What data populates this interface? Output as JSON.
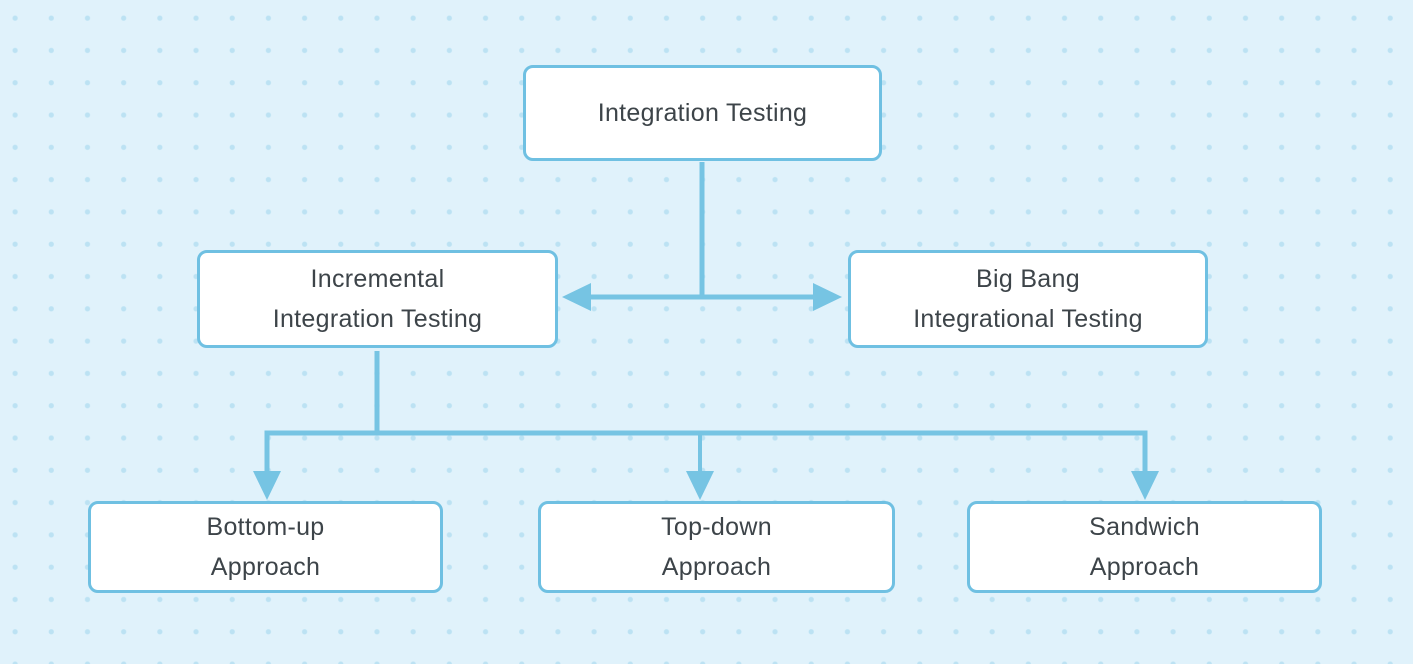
{
  "diagram": {
    "title": "Integration Testing types flowchart",
    "nodes": {
      "root": {
        "id": "root",
        "label": "Integration Testing"
      },
      "incremental": {
        "id": "incremental",
        "label": "Incremental\nIntegration Testing"
      },
      "bigbang": {
        "id": "bigbang",
        "label": "Big Bang\nIntegrational Testing"
      },
      "bottomup": {
        "id": "bottomup",
        "label": "Bottom-up\nApproach"
      },
      "topdown": {
        "id": "topdown",
        "label": "Top-down\nApproach"
      },
      "sandwich": {
        "id": "sandwich",
        "label": "Sandwich\nApproach"
      }
    },
    "edges": [
      {
        "from": "root",
        "to": "incremental"
      },
      {
        "from": "root",
        "to": "bigbang"
      },
      {
        "from": "incremental",
        "to": "bottomup"
      },
      {
        "from": "incremental",
        "to": "topdown"
      },
      {
        "from": "incremental",
        "to": "sandwich"
      }
    ],
    "theme": {
      "background": "#e0f2fb",
      "dot": "#bce2f3",
      "connector": "#76c4e3",
      "node_border": "#6fc0e2",
      "node_shadow_border": "#a8d9ef",
      "node_fill": "#ffffff",
      "text": "#3d4449"
    }
  }
}
